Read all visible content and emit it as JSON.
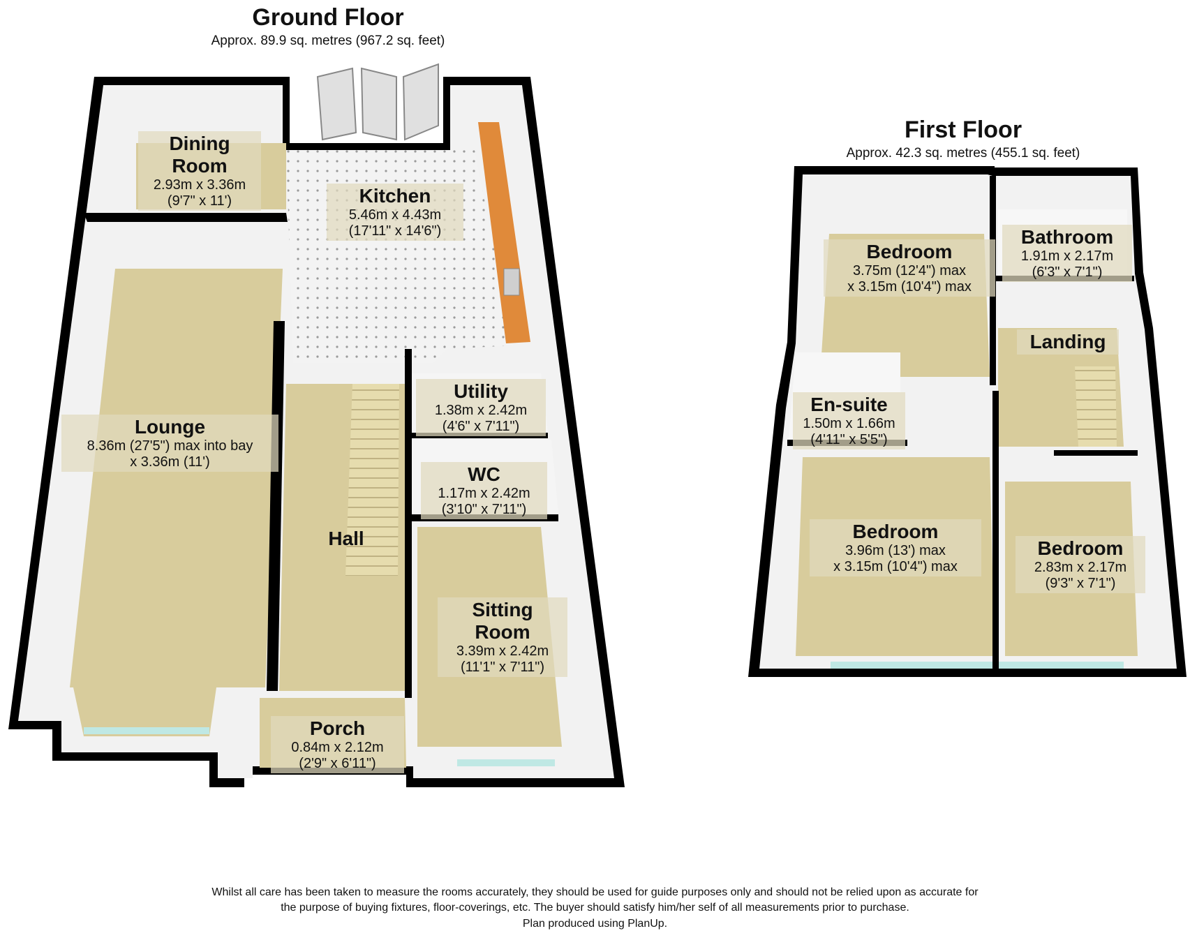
{
  "ground_floor": {
    "title": "Ground Floor",
    "area": "Approx. 89.9 sq. metres (967.2 sq. feet)",
    "rooms": [
      {
        "name": "Dining Room",
        "name_lines": [
          "Dining",
          "Room"
        ],
        "dims": [
          "2.93m x 3.36m",
          "(9'7\" x 11')"
        ]
      },
      {
        "name": "Kitchen",
        "name_lines": [
          "Kitchen"
        ],
        "dims": [
          "5.46m x 4.43m",
          "(17'11\" x 14'6\")"
        ]
      },
      {
        "name": "Lounge",
        "name_lines": [
          "Lounge"
        ],
        "dims": [
          "8.36m (27'5\") max into bay",
          "x 3.36m (11')"
        ]
      },
      {
        "name": "Utility",
        "name_lines": [
          "Utility"
        ],
        "dims": [
          "1.38m x 2.42m",
          "(4'6\" x 7'11\")"
        ]
      },
      {
        "name": "WC",
        "name_lines": [
          "WC"
        ],
        "dims": [
          "1.17m x 2.42m",
          "(3'10\" x 7'11\")"
        ]
      },
      {
        "name": "Hall",
        "name_lines": [
          "Hall"
        ],
        "dims": []
      },
      {
        "name": "Sitting Room",
        "name_lines": [
          "Sitting",
          "Room"
        ],
        "dims": [
          "3.39m x 2.42m",
          "(11'1\" x 7'11\")"
        ]
      },
      {
        "name": "Porch",
        "name_lines": [
          "Porch"
        ],
        "dims": [
          "0.84m x 2.12m",
          "(2'9\" x 6'11\")"
        ]
      }
    ]
  },
  "first_floor": {
    "title": "First Floor",
    "area": "Approx. 42.3 sq. metres (455.1 sq. feet)",
    "rooms": [
      {
        "name": "Bedroom",
        "name_lines": [
          "Bedroom"
        ],
        "dims": [
          "3.75m (12'4\") max",
          "x 3.15m (10'4\") max"
        ]
      },
      {
        "name": "Bathroom",
        "name_lines": [
          "Bathroom"
        ],
        "dims": [
          "1.91m x 2.17m",
          "(6'3\" x 7'1\")"
        ]
      },
      {
        "name": "Landing",
        "name_lines": [
          "Landing"
        ],
        "dims": []
      },
      {
        "name": "En-suite",
        "name_lines": [
          "En-suite"
        ],
        "dims": [
          "1.50m x 1.66m",
          "(4'11\" x 5'5\")"
        ]
      },
      {
        "name": "Bedroom",
        "name_lines": [
          "Bedroom"
        ],
        "dims": [
          "3.96m (13') max",
          "x 3.15m (10'4\") max"
        ]
      },
      {
        "name": "Bedroom",
        "name_lines": [
          "Bedroom"
        ],
        "dims": [
          "2.83m x 2.17m",
          "(9'3\" x 7'1\")"
        ]
      }
    ]
  },
  "disclaimer": [
    "Whilst all care has been taken to measure the rooms accurately, they should be used for guide purposes only and should not be relied upon as accurate for",
    "the purpose of buying fixtures, floor-coverings, etc. The buyer should satisfy him/her self of all measurements prior to purchase.",
    "Plan produced using PlanUp."
  ],
  "colors": {
    "wall": "#000000",
    "carpet": "#d8cc9c",
    "inner_wall": "#f2f2f2",
    "kitchen_floor": "#eeeeee",
    "worktop": "#e08a3a",
    "window": "#bfe8e4"
  }
}
